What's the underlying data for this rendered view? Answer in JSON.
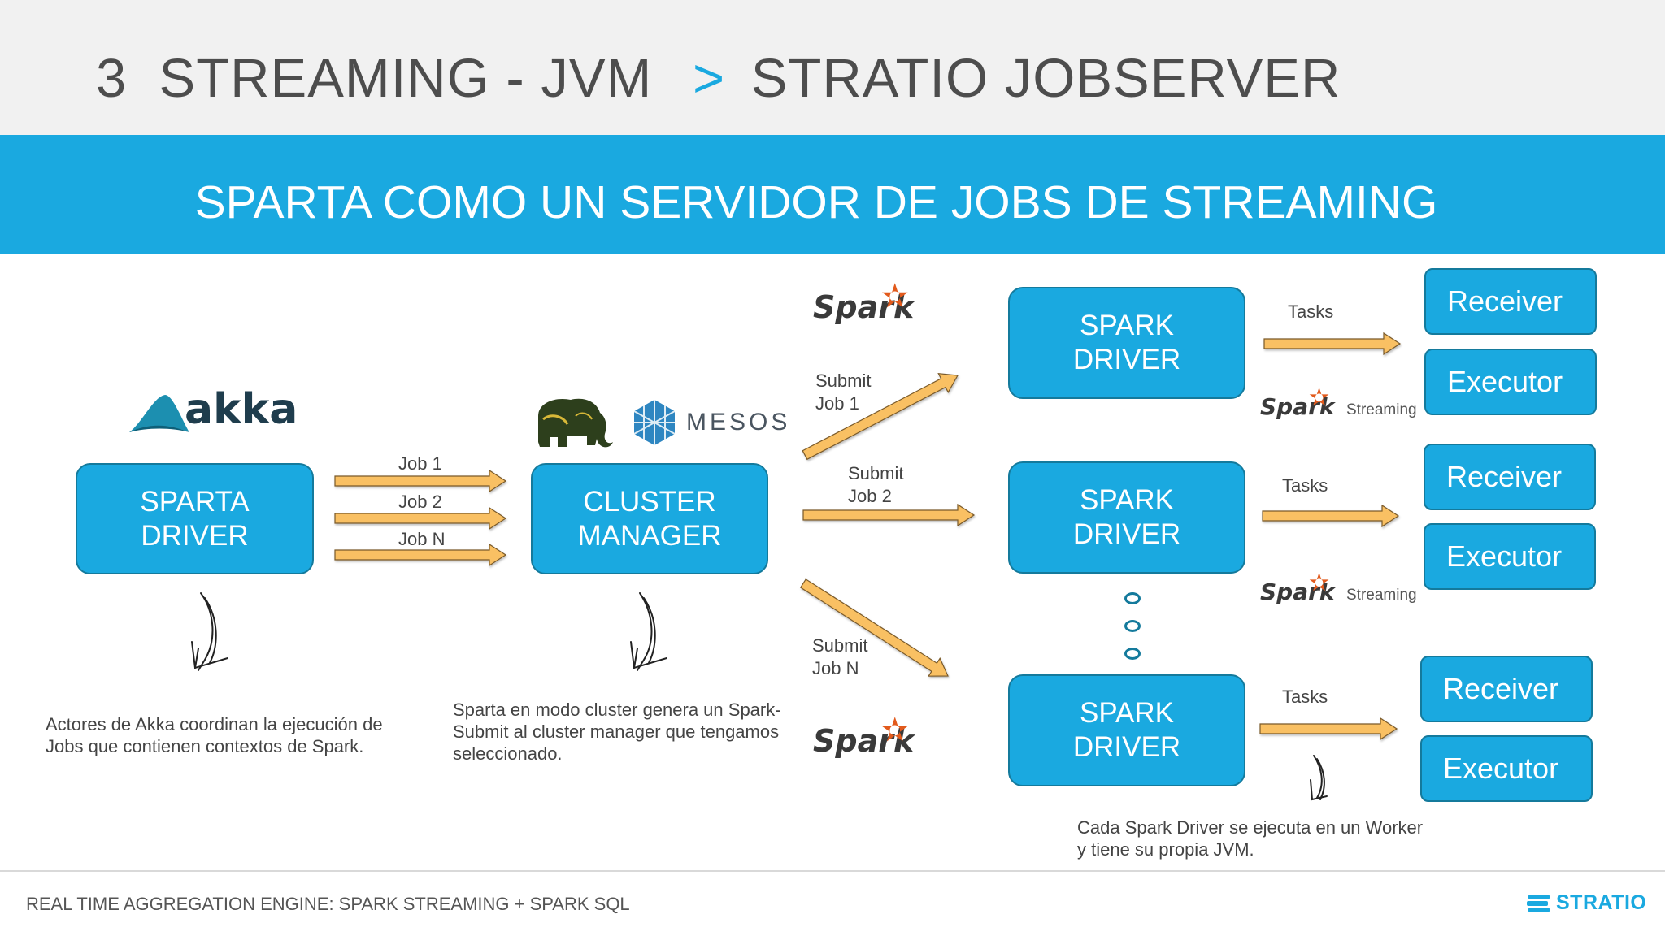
{
  "header": {
    "number": "3",
    "section": "STREAMING - JVM",
    "separator": ">",
    "subsection": "STRATIO JOBSERVER"
  },
  "banner": {
    "title": "SPARTA COMO UN SERVIDOR DE JOBS DE STREAMING"
  },
  "nodes": {
    "sparta_driver": [
      "SPARTA",
      "DRIVER"
    ],
    "cluster_manager": [
      "CLUSTER",
      "MANAGER"
    ],
    "spark_driver": [
      "SPARK",
      "DRIVER"
    ],
    "receiver": "Receiver",
    "executor": "Executor"
  },
  "edges": {
    "jobs": [
      "Job 1",
      "Job 2",
      "Job N"
    ],
    "submit_1": [
      "Submit",
      "Job 1"
    ],
    "submit_2": [
      "Submit",
      "Job 2"
    ],
    "submit_n": [
      "Submit",
      "Job N"
    ],
    "tasks": "Tasks"
  },
  "notes": {
    "akka": [
      "Actores de Akka coordinan la ejecución de",
      "Jobs que contienen contextos de Spark."
    ],
    "cluster": [
      "Sparta en modo cluster genera un Spark-",
      "Submit al cluster manager que tengamos",
      "seleccionado."
    ],
    "driver": [
      "Cada Spark Driver se ejecuta en un Worker",
      "y tiene su propia JVM."
    ]
  },
  "logos": {
    "akka": "akka",
    "mesos": "MESOS",
    "spark": "Spark",
    "streaming": "Streaming",
    "brand": "STRATIO"
  },
  "footer": {
    "text": "REAL TIME AGGREGATION ENGINE: SPARK STREAMING + SPARK SQL"
  },
  "colors": {
    "accent": "#1aa9e0",
    "box_border": "#147a9c",
    "arrow_fill": "#f9c063",
    "arrow_stroke": "#7a5a2a",
    "header_bg": "#f1f1f1"
  }
}
